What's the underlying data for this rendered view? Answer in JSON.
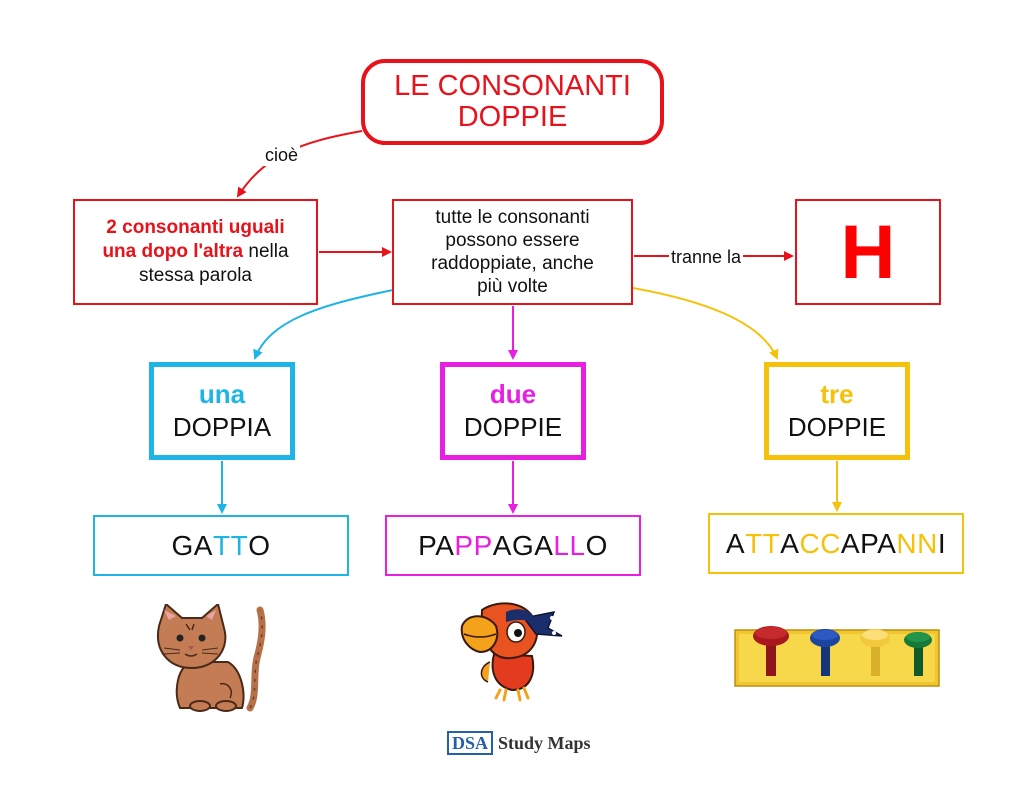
{
  "title": {
    "line1": "LE CONSONANTI",
    "line2": "DOPPIE"
  },
  "connectors": {
    "cioe": "cioè",
    "tranne": "tranne la"
  },
  "definition": {
    "bold_line1": "2 consonanti uguali",
    "bold_line2": "una dopo l'altra",
    "rest_line2": " nella",
    "line3": "stessa parola"
  },
  "rule": {
    "line1": "tutte le consonanti",
    "line2": "possono essere",
    "line3": "raddoppiate, anche",
    "line4": "più volte"
  },
  "exception_letter": "H",
  "categories": [
    {
      "num": "una",
      "label": "DOPPIA",
      "color": "#1fb4e6"
    },
    {
      "num": "due",
      "label": "DOPPIE",
      "color": "#e81fe0"
    },
    {
      "num": "tre",
      "label": "DOPPIE",
      "color": "#f5c10a"
    }
  ],
  "examples": {
    "gatto": [
      "GA",
      "TT",
      "O"
    ],
    "pappagallo": [
      "PA",
      "PP",
      "AGA",
      "LL",
      "O"
    ],
    "attaccapanni": [
      "A",
      "TT",
      "A",
      "CC",
      "APA",
      "NN",
      "I"
    ]
  },
  "illustrations": [
    "cat-icon",
    "parrot-icon",
    "coat-rack-icon"
  ],
  "footer": {
    "badge": "DSA",
    "text": "Study Maps"
  },
  "colors": {
    "red": "#e8121a",
    "blue": "#1fb4e6",
    "magenta": "#e81fe0",
    "yellow": "#f5c10a"
  }
}
